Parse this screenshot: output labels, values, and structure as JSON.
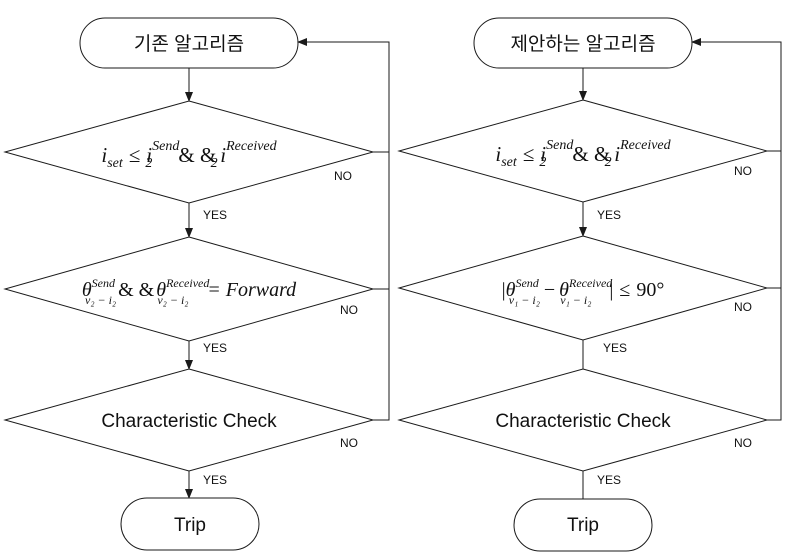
{
  "flowcharts": [
    {
      "start": "기존 알고리즘",
      "cond1": {
        "a": "i",
        "a_sub": "set",
        "rel": "≤",
        "b": "i",
        "b_sub": "2",
        "b_sup": "Send",
        "amp": "& &",
        "c": "i",
        "c_sub": "2",
        "c_sup": "Received"
      },
      "cond2": {
        "a": "θ",
        "a_sup": "Send",
        "a_sub": "v₂ − i₂",
        "amp": "& &",
        "b": "θ",
        "b_sup": "Received",
        "b_sub": "v₂ − i₂",
        "rel": "=",
        "rhs": "Forward"
      },
      "check": "Characteristic Check",
      "end": "Trip",
      "yes": "YES",
      "no": "NO"
    },
    {
      "start": "제안하는 알고리즘",
      "cond1": {
        "a": "i",
        "a_sub": "set",
        "rel": "≤",
        "b": "i",
        "b_sub": "2",
        "b_sup": "Send",
        "amp": "& &",
        "c": "i",
        "c_sub": "2",
        "c_sup": "Received"
      },
      "cond2": {
        "bar1": "|",
        "a": "θ",
        "a_sup": "Send",
        "a_sub": "v₁ − i₂",
        "minus": "−",
        "b": "θ",
        "b_sup": "Received",
        "b_sub": "v₁ − i₂",
        "bar2": "|",
        "rel": "≤",
        "rhs": "90°"
      },
      "check": "Characteristic Check",
      "end": "Trip",
      "yes": "YES",
      "no": "NO"
    }
  ]
}
